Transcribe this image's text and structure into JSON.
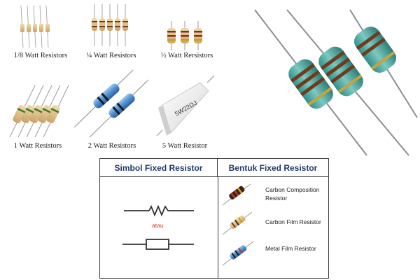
{
  "captions": {
    "eighth_watt": "1/8 Watt Resistors",
    "quarter_watt": "¼ Watt Resistors",
    "half_watt": "½ Watt Rersistors",
    "one_watt": "1 Watt Resistors",
    "two_watt": "2 Watt Resistors",
    "five_watt": "5 Watt Resistor"
  },
  "ceramic_marking": "5W22ΩJ",
  "table": {
    "header_left": "Simbol Fixed Resistor",
    "header_right": "Bentuk Fixed Resistor",
    "separator": "atau",
    "types": {
      "carbon_composition_line1": "Carbon Composition",
      "carbon_composition_line2": "Resistor",
      "carbon_film": "Carbon Film Resistor",
      "metal_film": "Metal Film Resistor"
    }
  },
  "colors": {
    "header_text": "#1f3a6b",
    "atau_text": "#c0392b",
    "metal_film_blue": "#4f8fd0",
    "carbon_tan": "#d8b985"
  }
}
